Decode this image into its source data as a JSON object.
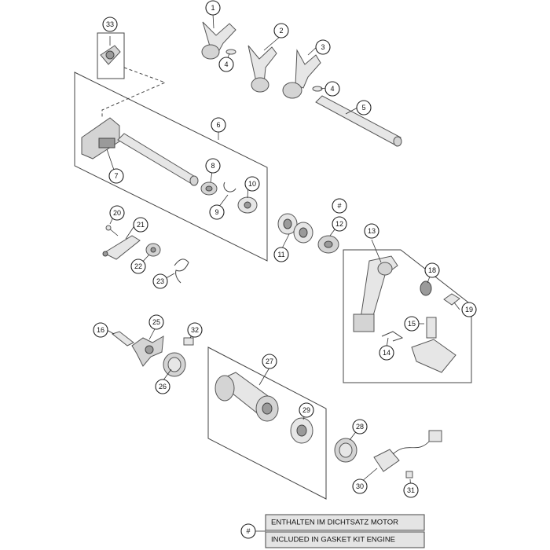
{
  "callouts": [
    {
      "id": "c1",
      "label": "1"
    },
    {
      "id": "c2",
      "label": "2"
    },
    {
      "id": "c3",
      "label": "3"
    },
    {
      "id": "c4a",
      "label": "4"
    },
    {
      "id": "c4b",
      "label": "4"
    },
    {
      "id": "c5",
      "label": "5"
    },
    {
      "id": "c6",
      "label": "6"
    },
    {
      "id": "c7",
      "label": "7"
    },
    {
      "id": "c8",
      "label": "8"
    },
    {
      "id": "c9",
      "label": "9"
    },
    {
      "id": "c10",
      "label": "10"
    },
    {
      "id": "c11",
      "label": "11"
    },
    {
      "id": "c12",
      "label": "12"
    },
    {
      "id": "chash",
      "label": "#"
    },
    {
      "id": "c13",
      "label": "13"
    },
    {
      "id": "c14",
      "label": "14"
    },
    {
      "id": "c15",
      "label": "15"
    },
    {
      "id": "c16",
      "label": "16"
    },
    {
      "id": "c18",
      "label": "18"
    },
    {
      "id": "c19",
      "label": "19"
    },
    {
      "id": "c20",
      "label": "20"
    },
    {
      "id": "c21",
      "label": "21"
    },
    {
      "id": "c22",
      "label": "22"
    },
    {
      "id": "c23",
      "label": "23"
    },
    {
      "id": "c25",
      "label": "25"
    },
    {
      "id": "c26",
      "label": "26"
    },
    {
      "id": "c27",
      "label": "27"
    },
    {
      "id": "c28",
      "label": "28"
    },
    {
      "id": "c29",
      "label": "29"
    },
    {
      "id": "c30",
      "label": "30"
    },
    {
      "id": "c31",
      "label": "31"
    },
    {
      "id": "c32",
      "label": "32"
    },
    {
      "id": "c33",
      "label": "33"
    }
  ],
  "legend": {
    "symbol": "#",
    "line_de": "ENTHALTEN IM DICHTSATZ MOTOR",
    "line_en": "INCLUDED IN GASKET KIT ENGINE"
  }
}
